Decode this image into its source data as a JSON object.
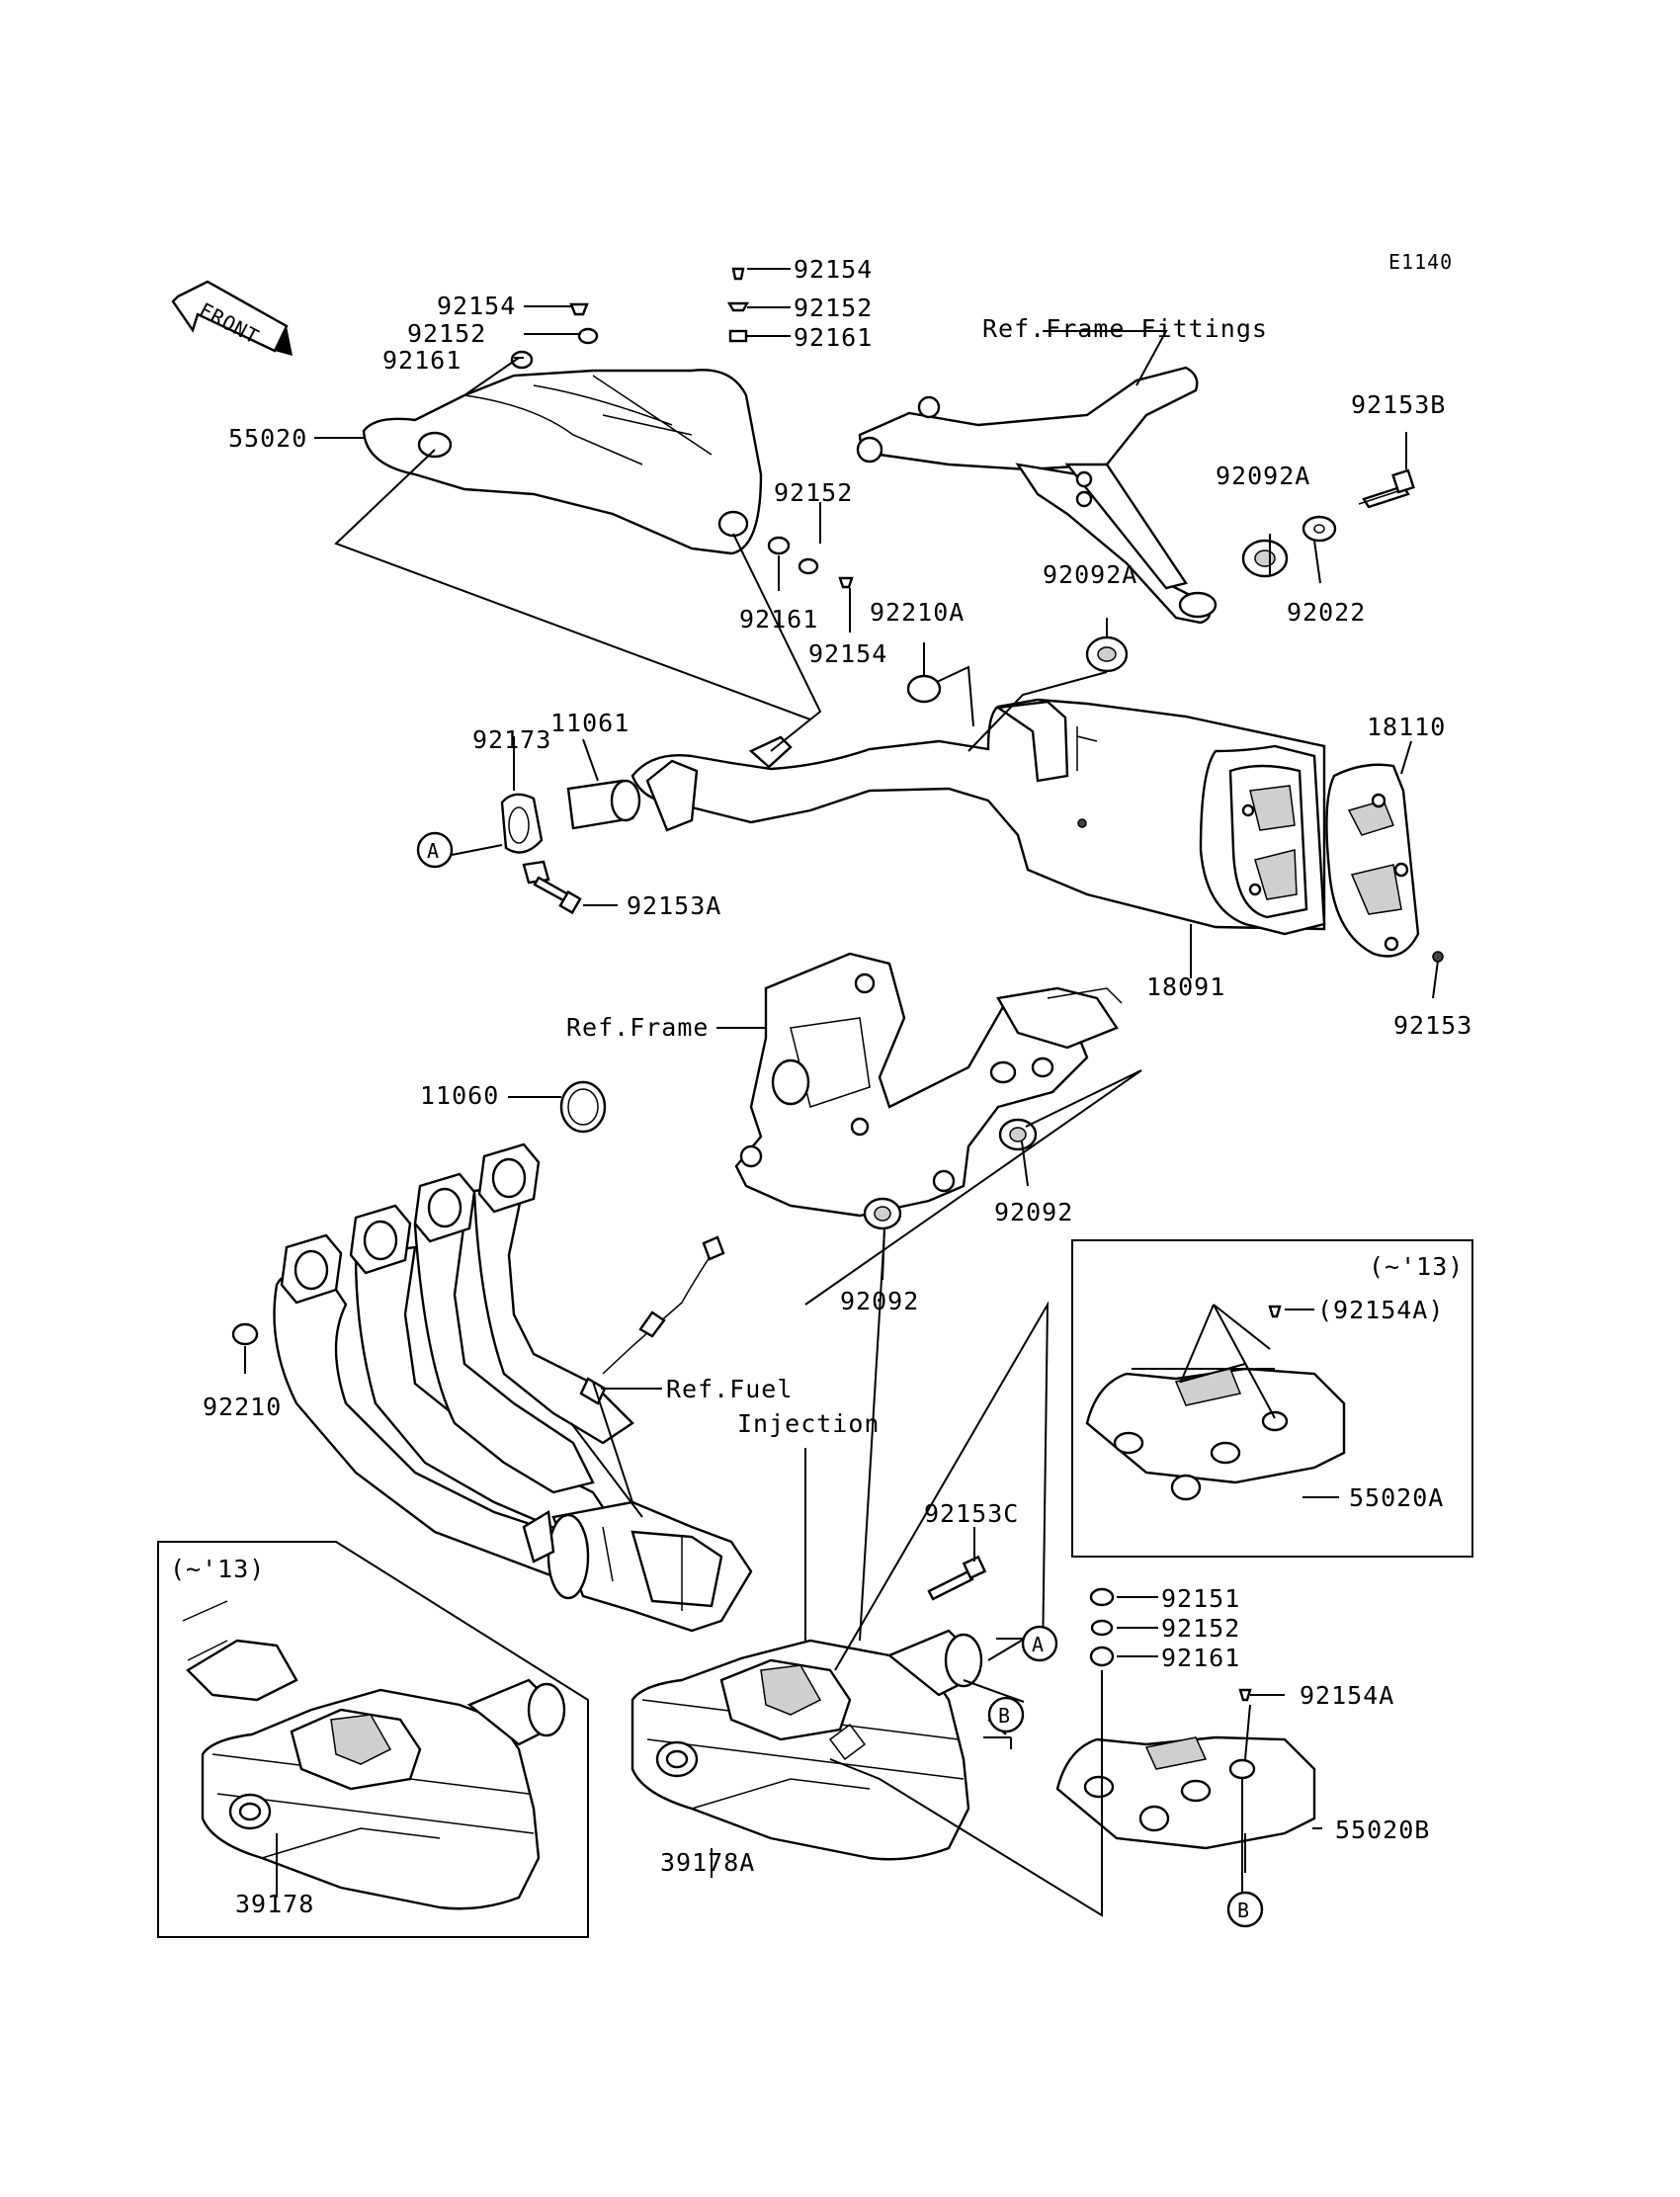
{
  "code": "E1140",
  "front": "FRONT",
  "refs": {
    "frame_fittings": "Ref.Frame Fittings",
    "frame": "Ref.Frame",
    "fuel_line1": "Ref.Fuel",
    "fuel_line2": "Injection"
  },
  "variant_note": "(~'13)",
  "callouts": {
    "a": "A",
    "b": "B"
  },
  "parts": {
    "p92154_top": "92154",
    "p92152_top": "92152",
    "p92161_top": "92161",
    "p92154_l": "92154",
    "p92152_l": "92152",
    "p92161_l": "92161",
    "p55020": "55020",
    "p92152_m": "92152",
    "p92161_m": "92161",
    "p92154_m": "92154",
    "p92153B": "92153B",
    "p92092A_1": "92092A",
    "p92092A_2": "92092A",
    "p92022": "92022",
    "p92210A": "92210A",
    "p18110": "18110",
    "p92173": "92173",
    "p11061": "11061",
    "p92153A": "92153A",
    "p18091": "18091",
    "p92153": "92153",
    "p11060": "11060",
    "p92092_1": "92092",
    "p92092_2": "92092",
    "p92210": "92210",
    "p92154A_paren": "(92154A)",
    "p55020A": "55020A",
    "p92153C": "92153C",
    "p92151": "92151",
    "p92152_b": "92152",
    "p92161_b": "92161",
    "p92154A": "92154A",
    "p55020B": "55020B",
    "p39178A": "39178A",
    "p39178": "39178"
  }
}
